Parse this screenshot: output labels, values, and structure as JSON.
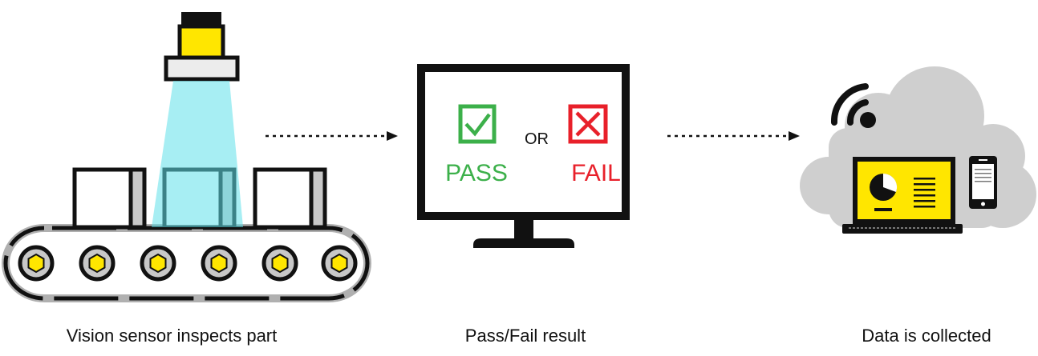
{
  "captions": {
    "step1": "Vision sensor inspects part",
    "step2": "Pass/Fail result",
    "step3": "Data is collected"
  },
  "monitor": {
    "pass_label": "PASS",
    "or_label": "OR",
    "fail_label": "FAIL"
  },
  "colors": {
    "pass": "#3cb04a",
    "fail": "#e8202a",
    "accent_yellow": "#ffe600",
    "sensor_beam": "#5fe0ea",
    "cloud": "#cfcfcf",
    "conveyor_gray": "#b0b0b0"
  },
  "icons": {
    "step1": "vision-sensor-conveyor-icon",
    "step2": "pass-fail-monitor-icon",
    "step3": "cloud-data-devices-icon",
    "pass": "checkmark-icon",
    "fail": "x-mark-icon",
    "flow": "dotted-arrow-icon"
  }
}
